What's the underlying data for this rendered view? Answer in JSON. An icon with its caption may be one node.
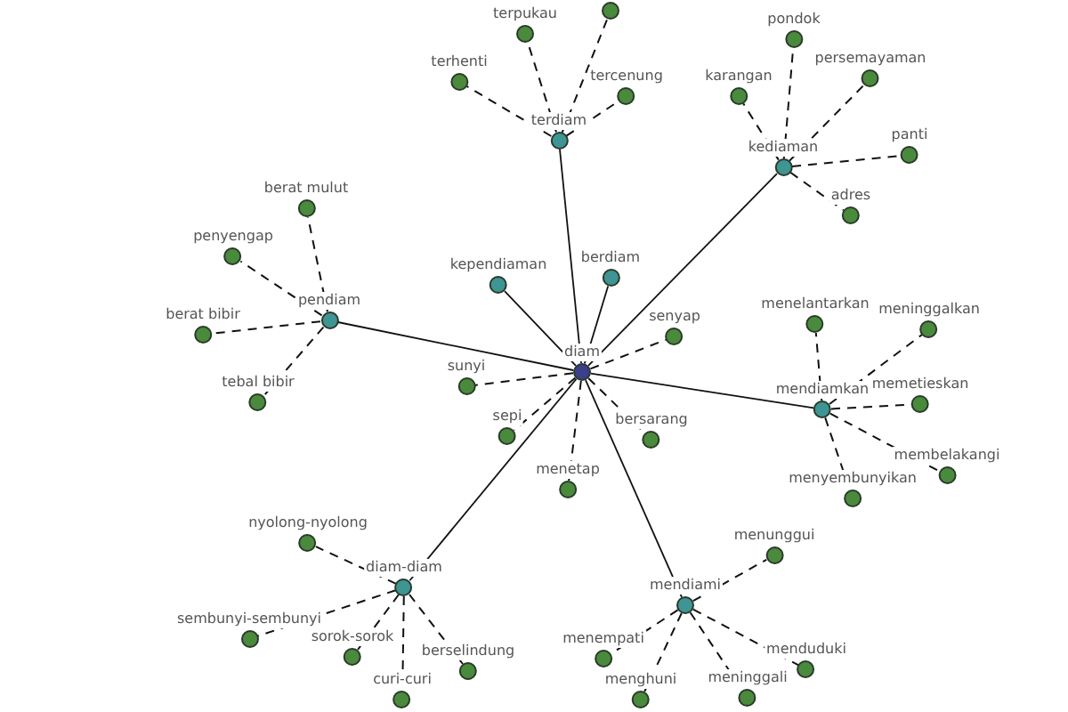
{
  "diagram": {
    "nodes": [
      {
        "text": [
          "diam"
        ]
      },
      {
        "text": [
          "terdiam"
        ]
      },
      {
        "text": [
          "kediaman"
        ]
      },
      {
        "text": [
          "pendiam"
        ]
      },
      {
        "text": [
          "kependiaman"
        ]
      },
      {
        "text": [
          "berdiam"
        ]
      },
      {
        "text": [
          "mendiamkan"
        ]
      },
      {
        "text": [
          "mendiami"
        ]
      },
      {
        "text": [
          "diam-diam"
        ]
      },
      {
        "text": [
          "terpukau"
        ]
      },
      {
        "text": [],
        "shape": "circle"
      },
      {
        "text": [
          "terhenti"
        ]
      },
      {
        "text": [
          "tercenung"
        ]
      },
      {
        "text": [
          "pondok"
        ]
      },
      {
        "text": [
          "persemayaman"
        ]
      },
      {
        "text": [
          "karangan"
        ]
      },
      {
        "text": [
          "panti"
        ]
      },
      {
        "text": [
          "adres"
        ]
      },
      {
        "text": [
          "berat mulut"
        ]
      },
      {
        "text": [
          "penyengap"
        ]
      },
      {
        "text": [
          "berat bibir"
        ]
      },
      {
        "text": [
          "tebal bibir"
        ]
      },
      {
        "text": [
          "sunyi"
        ]
      },
      {
        "text": [
          "senyap"
        ]
      },
      {
        "text": [
          "sepi"
        ]
      },
      {
        "text": [
          "bersarang"
        ]
      },
      {
        "text": [
          "menetap"
        ]
      },
      {
        "text": [
          "menelantarkan"
        ]
      },
      {
        "text": [
          "meninggalkan"
        ]
      },
      {
        "text": [
          "memetieskan"
        ]
      },
      {
        "text": [
          "membelakangi"
        ]
      },
      {
        "text": [
          "menyembunyikan"
        ]
      },
      {
        "text": [
          "nyolong-nyolong"
        ]
      },
      {
        "text": [
          "sembunyi-sembunyi"
        ]
      },
      {
        "text": [
          "sorok-sorok"
        ]
      },
      {
        "text": [
          "berselindung"
        ]
      },
      {
        "text": [
          "curi-curi"
        ]
      },
      {
        "text": [
          "menunggui"
        ]
      },
      {
        "text": [
          "menempati"
        ]
      },
      {
        "text": [
          "menduduki"
        ]
      },
      {
        "text": [
          "meninggali"
        ]
      },
      {
        "text": [
          "menghuni"
        ]
      }
    ],
    "edges": [
      {
        "from": 0,
        "to": 1,
        "arrow": "none"
      },
      {
        "from": 0,
        "to": 2,
        "arrow": "none"
      },
      {
        "from": 0,
        "to": 3,
        "arrow": "none"
      },
      {
        "from": 0,
        "to": 4,
        "arrow": "none"
      },
      {
        "from": 0,
        "to": 5,
        "arrow": "none"
      },
      {
        "from": 0,
        "to": 6,
        "arrow": "none"
      },
      {
        "from": 0,
        "to": 7,
        "arrow": "none"
      },
      {
        "from": 0,
        "to": 8,
        "arrow": "none"
      },
      {
        "from": 1,
        "to": 9,
        "arrow": "none",
        "style": "dashed"
      },
      {
        "from": 1,
        "to": 10,
        "arrow": "none",
        "style": "dashed"
      },
      {
        "from": 1,
        "to": 11,
        "arrow": "none",
        "style": "dashed"
      },
      {
        "from": 1,
        "to": 12,
        "arrow": "none",
        "style": "dashed"
      },
      {
        "from": 2,
        "to": 13,
        "arrow": "none",
        "style": "dashed"
      },
      {
        "from": 2,
        "to": 14,
        "arrow": "none",
        "style": "dashed"
      },
      {
        "from": 2,
        "to": 15,
        "arrow": "none",
        "style": "dashed"
      },
      {
        "from": 2,
        "to": 16,
        "arrow": "none",
        "style": "dashed"
      },
      {
        "from": 2,
        "to": 17,
        "arrow": "none",
        "style": "dashed"
      },
      {
        "from": 3,
        "to": 18,
        "arrow": "none",
        "style": "dashed"
      },
      {
        "from": 3,
        "to": 19,
        "arrow": "none",
        "style": "dashed"
      },
      {
        "from": 3,
        "to": 20,
        "arrow": "none",
        "style": "dashed"
      },
      {
        "from": 3,
        "to": 21,
        "arrow": "none",
        "style": "dashed"
      },
      {
        "from": 0,
        "to": 22,
        "arrow": "none",
        "style": "dashed"
      },
      {
        "from": 0,
        "to": 23,
        "arrow": "none",
        "style": "dashed"
      },
      {
        "from": 0,
        "to": 24,
        "arrow": "none",
        "style": "dashed"
      },
      {
        "from": 0,
        "to": 25,
        "arrow": "none",
        "style": "dashed"
      },
      {
        "from": 0,
        "to": 26,
        "arrow": "none",
        "style": "dashed"
      },
      {
        "from": 6,
        "to": 27,
        "arrow": "none",
        "style": "dashed"
      },
      {
        "from": 6,
        "to": 28,
        "arrow": "none",
        "style": "dashed"
      },
      {
        "from": 6,
        "to": 29,
        "arrow": "none",
        "style": "dashed"
      },
      {
        "from": 6,
        "to": 30,
        "arrow": "none",
        "style": "dashed"
      },
      {
        "from": 6,
        "to": 31,
        "arrow": "none",
        "style": "dashed"
      },
      {
        "from": 8,
        "to": 32,
        "arrow": "none",
        "style": "dashed"
      },
      {
        "from": 8,
        "to": 33,
        "arrow": "none",
        "style": "dashed"
      },
      {
        "from": 8,
        "to": 34,
        "arrow": "none",
        "style": "dashed"
      },
      {
        "from": 8,
        "to": 35,
        "arrow": "none",
        "style": "dashed"
      },
      {
        "from": 8,
        "to": 36,
        "arrow": "none",
        "style": "dashed"
      },
      {
        "from": 7,
        "to": 37,
        "arrow": "none",
        "style": "dashed"
      },
      {
        "from": 7,
        "to": 38,
        "arrow": "none",
        "style": "dashed"
      },
      {
        "from": 7,
        "to": 39,
        "arrow": "none",
        "style": "dashed"
      },
      {
        "from": 7,
        "to": 40,
        "arrow": "none",
        "style": "dashed"
      },
      {
        "from": 7,
        "to": 41,
        "arrow": "none",
        "style": "dashed"
      }
    ]
  }
}
